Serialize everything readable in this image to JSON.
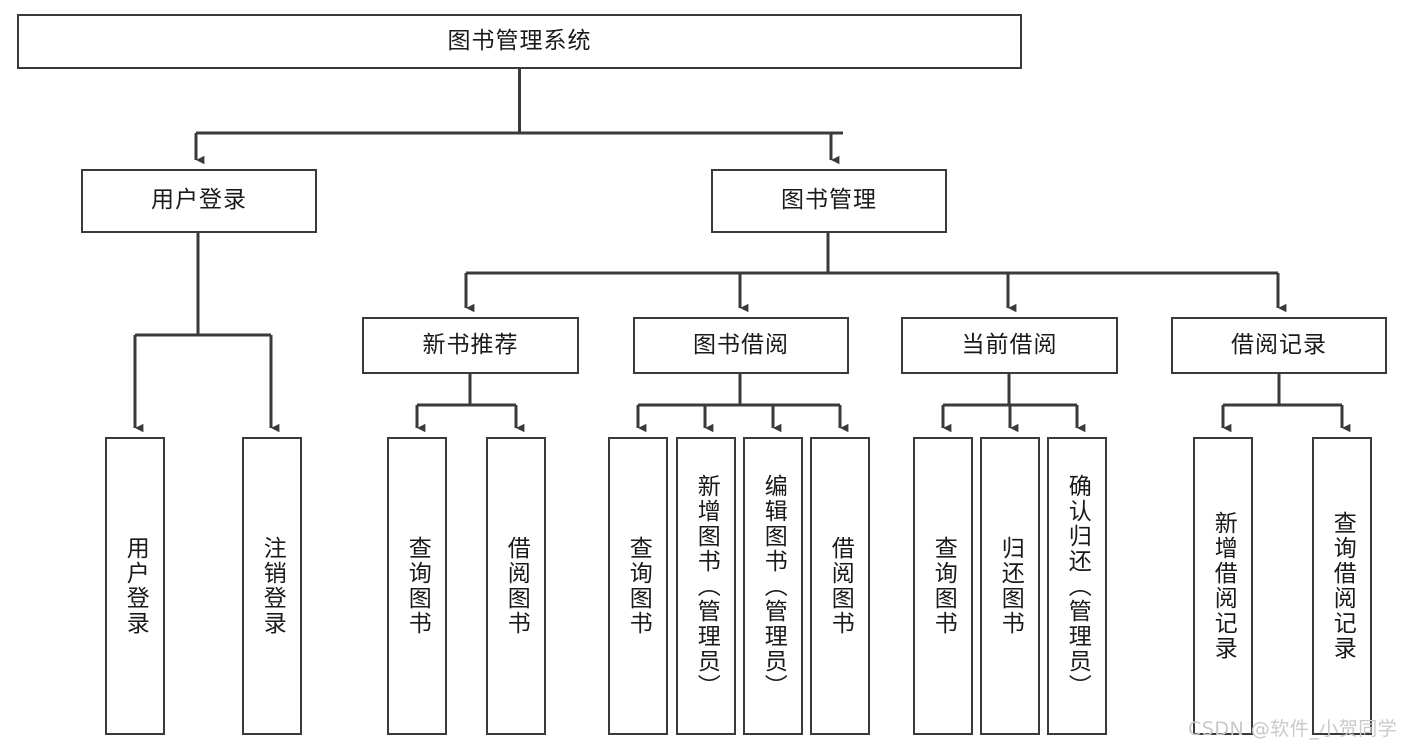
{
  "diagram": {
    "title": "图书管理系统",
    "type": "hierarchy-tree",
    "root": {
      "label": "图书管理系统"
    },
    "level1": [
      {
        "label": "用户登录"
      },
      {
        "label": "图书管理"
      }
    ],
    "level2": [
      {
        "label": "新书推荐"
      },
      {
        "label": "图书借阅"
      },
      {
        "label": "当前借阅"
      },
      {
        "label": "借阅记录"
      }
    ],
    "leaves": {
      "user_login": [
        {
          "label": "用户登录"
        },
        {
          "label": "注销登录"
        }
      ],
      "new_book_recommend": [
        {
          "label": "查询图书"
        },
        {
          "label": "借阅图书"
        }
      ],
      "book_borrow": [
        {
          "label": "查询图书"
        },
        {
          "label": "新增图书（管理员）"
        },
        {
          "label": "编辑图书（管理员）"
        },
        {
          "label": "借阅图书"
        }
      ],
      "current_borrow": [
        {
          "label": "查询图书"
        },
        {
          "label": "归还图书"
        },
        {
          "label": "确认归还（管理员）"
        }
      ],
      "borrow_record": [
        {
          "label": "新增借阅记录"
        },
        {
          "label": "查询借阅记录"
        }
      ]
    }
  },
  "watermark": {
    "text": "CSDN @软件_小贺同学"
  },
  "colors": {
    "border": "#3a3a3a",
    "background": "#ffffff",
    "text": "#1a1a1a",
    "watermark": "#c9c9c9"
  }
}
